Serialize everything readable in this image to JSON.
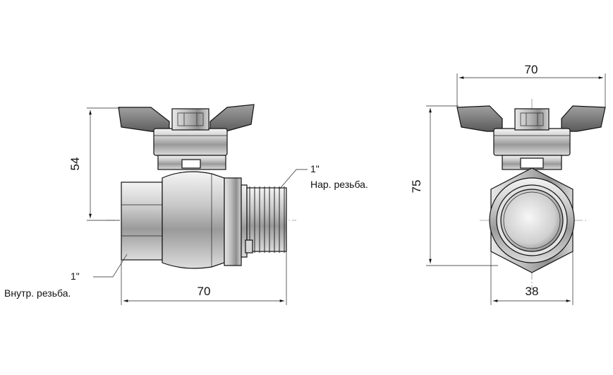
{
  "drawing": {
    "side_view": {
      "height_dim": "54",
      "length_dim": "70",
      "male_thread_size": "1\"",
      "male_thread_label": "Нар. резьба.",
      "female_thread_size": "1\"",
      "female_thread_label": "Внутр. резьба."
    },
    "front_view": {
      "width_dim": "70",
      "height_dim": "75",
      "hex_dim": "38"
    }
  }
}
